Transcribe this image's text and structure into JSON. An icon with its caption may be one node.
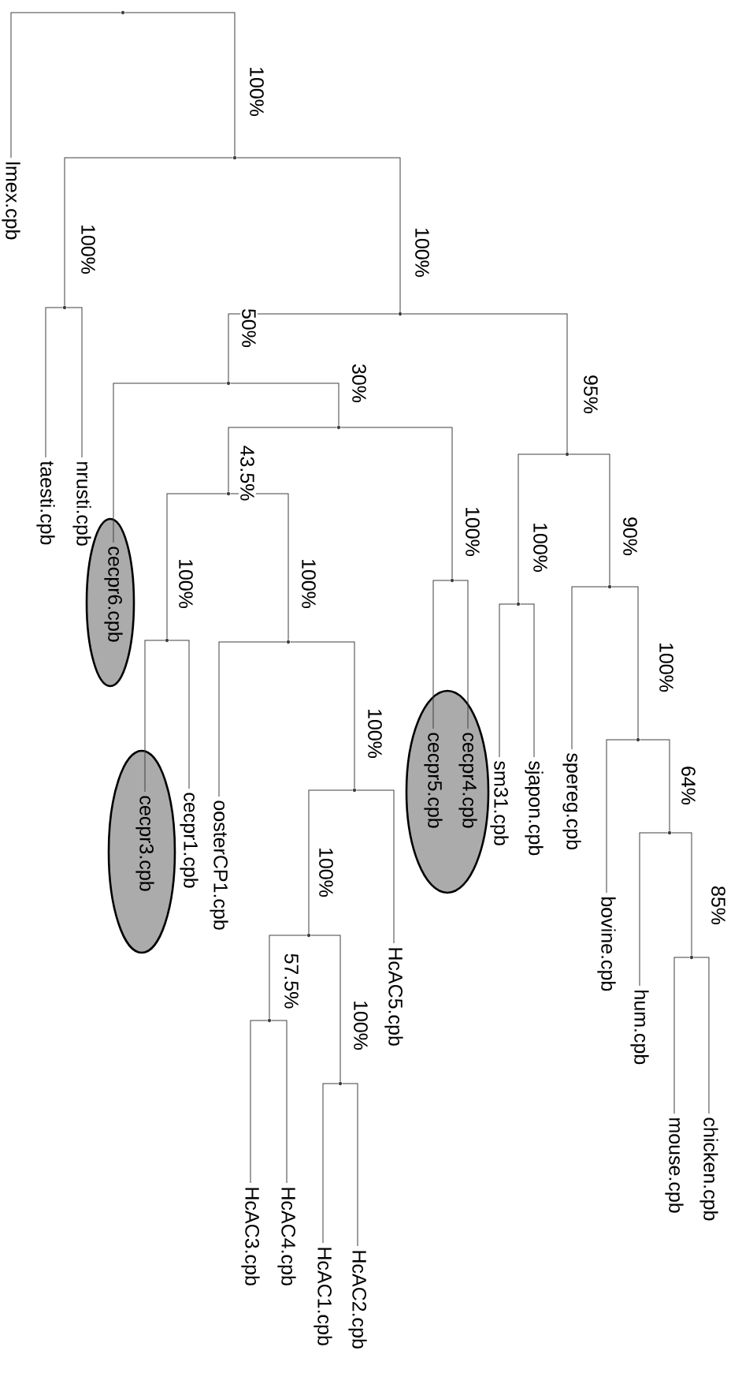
{
  "diagram": {
    "nodes": [
      {
        "text": [],
        "shape": "point"
      },
      {
        "text": [
          "lmex.cpb"
        ]
      },
      {
        "text": [],
        "shape": "point"
      },
      {
        "text": [],
        "shape": "point"
      },
      {
        "text": [
          "nrusti.cpb"
        ]
      },
      {
        "text": [
          "taesti.cpb"
        ]
      },
      {
        "text": [],
        "shape": "point"
      },
      {
        "text": [],
        "shape": "point"
      },
      {
        "text": [],
        "shape": "ellipse"
      },
      {
        "text": [
          "cecpr6.cpb"
        ],
        "in": 8
      },
      {
        "text": [],
        "shape": "point"
      },
      {
        "text": [],
        "shape": "point"
      },
      {
        "text": [],
        "shape": "point"
      },
      {
        "text": [],
        "shape": "ellipse"
      },
      {
        "text": [
          "cecpr3.cpb"
        ],
        "in": 13
      },
      {
        "text": [
          "cecpr1.cpb"
        ]
      },
      {
        "text": [],
        "shape": "point"
      },
      {
        "text": [
          "oosterCP1.cpb"
        ]
      },
      {
        "text": [],
        "shape": "point"
      },
      {
        "text": [],
        "shape": "point"
      },
      {
        "text": [],
        "shape": "point"
      },
      {
        "text": [
          "HcAC3.cpb"
        ]
      },
      {
        "text": [
          "HcAC4.cpb"
        ]
      },
      {
        "text": [],
        "shape": "point"
      },
      {
        "text": [
          "HcAC1.cpb"
        ]
      },
      {
        "text": [
          "HcAC2.cpb"
        ]
      },
      {
        "text": [
          "HcAC5.cpb"
        ]
      },
      {
        "text": [],
        "shape": "point"
      },
      {
        "text": [],
        "shape": "ellipse"
      },
      {
        "text": [
          "cecpr5.cpb"
        ],
        "in": 28
      },
      {
        "text": [
          "cecpr4.cpb"
        ],
        "in": 28
      },
      {
        "text": [],
        "shape": "point"
      },
      {
        "text": [],
        "shape": "point"
      },
      {
        "text": [
          "sm31.cpb"
        ]
      },
      {
        "text": [
          "sjapon.cpb"
        ]
      },
      {
        "text": [],
        "shape": "point"
      },
      {
        "text": [
          "spereg.cpb"
        ]
      },
      {
        "text": [],
        "shape": "point"
      },
      {
        "text": [
          "bovine.cpb"
        ]
      },
      {
        "text": [],
        "shape": "point"
      },
      {
        "text": [
          "hum.cpb"
        ]
      },
      {
        "text": [],
        "shape": "point"
      },
      {
        "text": [
          "mouse.cpb"
        ]
      },
      {
        "text": [
          "chicken.cpb"
        ]
      }
    ],
    "edges": [
      {
        "from": 0,
        "to": 1,
        "arrow": "none"
      },
      {
        "from": 0,
        "to": 2,
        "arrow": "none",
        "label": "100%"
      },
      {
        "from": 2,
        "to": 3,
        "arrow": "none",
        "label": "100%"
      },
      {
        "from": 3,
        "to": 4,
        "arrow": "none"
      },
      {
        "from": 3,
        "to": 5,
        "arrow": "none"
      },
      {
        "from": 2,
        "to": 6,
        "arrow": "none",
        "label": "100%"
      },
      {
        "from": 6,
        "to": 7,
        "arrow": "none",
        "label": "50%"
      },
      {
        "from": 7,
        "to": 9,
        "arrow": "none"
      },
      {
        "from": 7,
        "to": 10,
        "arrow": "none",
        "label": "30%"
      },
      {
        "from": 10,
        "to": 11,
        "arrow": "none",
        "label": "43.5%"
      },
      {
        "from": 11,
        "to": 12,
        "arrow": "none",
        "label": "100%"
      },
      {
        "from": 12,
        "to": 14,
        "arrow": "none"
      },
      {
        "from": 12,
        "to": 15,
        "arrow": "none"
      },
      {
        "from": 11,
        "to": 16,
        "arrow": "none",
        "label": "100%"
      },
      {
        "from": 16,
        "to": 17,
        "arrow": "none"
      },
      {
        "from": 16,
        "to": 18,
        "arrow": "none",
        "label": "100%"
      },
      {
        "from": 18,
        "to": 19,
        "arrow": "none",
        "label": "100%"
      },
      {
        "from": 19,
        "to": 20,
        "arrow": "none",
        "label": "57.5%"
      },
      {
        "from": 20,
        "to": 21,
        "arrow": "none"
      },
      {
        "from": 20,
        "to": 22,
        "arrow": "none"
      },
      {
        "from": 19,
        "to": 23,
        "arrow": "none",
        "label": "100%"
      },
      {
        "from": 23,
        "to": 24,
        "arrow": "none"
      },
      {
        "from": 23,
        "to": 25,
        "arrow": "none"
      },
      {
        "from": 18,
        "to": 26,
        "arrow": "none"
      },
      {
        "from": 10,
        "to": 27,
        "arrow": "none",
        "label": "100%"
      },
      {
        "from": 27,
        "to": 29,
        "arrow": "none"
      },
      {
        "from": 27,
        "to": 30,
        "arrow": "none"
      },
      {
        "from": 6,
        "to": 31,
        "arrow": "none",
        "label": "95%"
      },
      {
        "from": 31,
        "to": 32,
        "arrow": "none",
        "label": "100%"
      },
      {
        "from": 32,
        "to": 33,
        "arrow": "none"
      },
      {
        "from": 32,
        "to": 34,
        "arrow": "none"
      },
      {
        "from": 31,
        "to": 35,
        "arrow": "none",
        "label": "90%"
      },
      {
        "from": 35,
        "to": 36,
        "arrow": "none"
      },
      {
        "from": 35,
        "to": 37,
        "arrow": "none",
        "label": "100%"
      },
      {
        "from": 37,
        "to": 38,
        "arrow": "none"
      },
      {
        "from": 37,
        "to": 39,
        "arrow": "none",
        "label": "64%"
      },
      {
        "from": 39,
        "to": 40,
        "arrow": "none"
      },
      {
        "from": 39,
        "to": 41,
        "arrow": "none",
        "label": "85%"
      },
      {
        "from": 41,
        "to": 42,
        "arrow": "none"
      },
      {
        "from": 41,
        "to": 43,
        "arrow": "none"
      }
    ]
  }
}
